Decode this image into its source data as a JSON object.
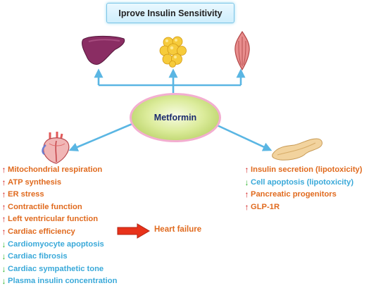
{
  "title": "Iprove Insulin Sensitivity",
  "center": "Metformin",
  "organs": {
    "liver": "liver-icon",
    "adipose": "adipose-tissue-icon",
    "muscle": "muscle-icon",
    "heart": "heart-icon",
    "pancreas": "pancreas-icon"
  },
  "colors": {
    "up_arrow": "#d11a1a",
    "down_arrow": "#2fb52f",
    "increase_text": "#e06a1e",
    "decrease_text": "#3aa9d9",
    "connector": "#5ab6e3",
    "outcome_arrow": "#e8321a"
  },
  "heart_effects": [
    {
      "dir": "up",
      "text": "Mitochondrial respiration"
    },
    {
      "dir": "up",
      "text": "ATP synthesis"
    },
    {
      "dir": "up",
      "text": "ER stress"
    },
    {
      "dir": "up",
      "text": "Contractile function"
    },
    {
      "dir": "up",
      "text": "Left ventricular function"
    },
    {
      "dir": "up",
      "text": "Cardiac efficiency"
    },
    {
      "dir": "down",
      "text": "Cardiomyocyte apoptosis"
    },
    {
      "dir": "down",
      "text": "Cardiac fibrosis"
    },
    {
      "dir": "down",
      "text": "Cardiac sympathetic tone"
    },
    {
      "dir": "down",
      "text": "Plasma insulin concentration"
    }
  ],
  "heart_outcome": "Heart failure",
  "pancreas_effects": [
    {
      "dir": "up",
      "text": "Insulin secretion (lipotoxicity)"
    },
    {
      "dir": "down",
      "text": "Cell apoptosis (lipotoxicity)"
    },
    {
      "dir": "up",
      "text": "Pancreatic progenitors"
    },
    {
      "dir": "up",
      "text": "GLP-1R"
    }
  ]
}
